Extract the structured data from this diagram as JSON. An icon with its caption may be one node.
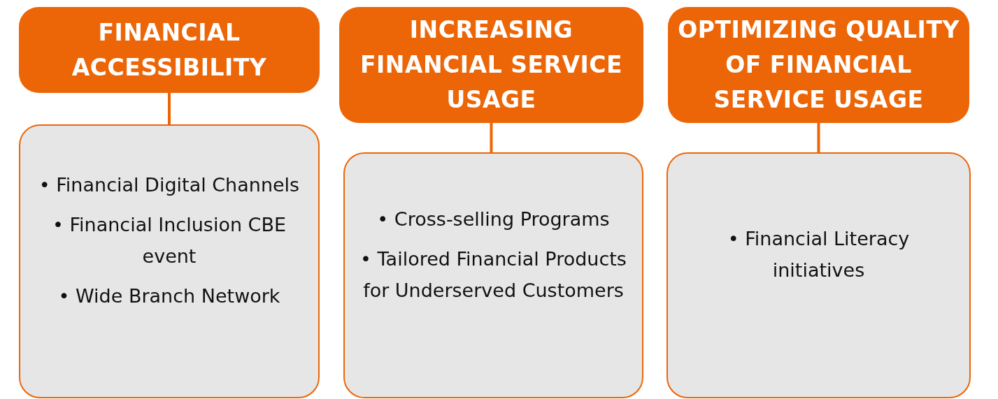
{
  "diagram": {
    "nodes": [
      {
        "text": [
          "FINANCIAL ACCESSIBILITY"
        ]
      },
      {
        "text": [
          "• Financial Digital Channels",
          "• Financial Inclusion CBE event",
          "• Wide Branch Network"
        ]
      },
      {
        "text": [
          "INCREASING FINANCIAL SERVICE USAGE"
        ]
      },
      {
        "text": [
          "• Cross-selling Programs",
          "• Tailored Financial Products for Underserved Customers"
        ]
      },
      {
        "text": [
          "OPTIMIZING QUALITY OF FINANCIAL SERVICE USAGE"
        ]
      },
      {
        "text": [
          "• Financial Literacy initiatives"
        ]
      }
    ],
    "edges": [
      {
        "from": 0,
        "to": 1,
        "arrow": "none"
      },
      {
        "from": 2,
        "to": 3,
        "arrow": "none"
      },
      {
        "from": 4,
        "to": 5,
        "arrow": "none"
      }
    ]
  }
}
